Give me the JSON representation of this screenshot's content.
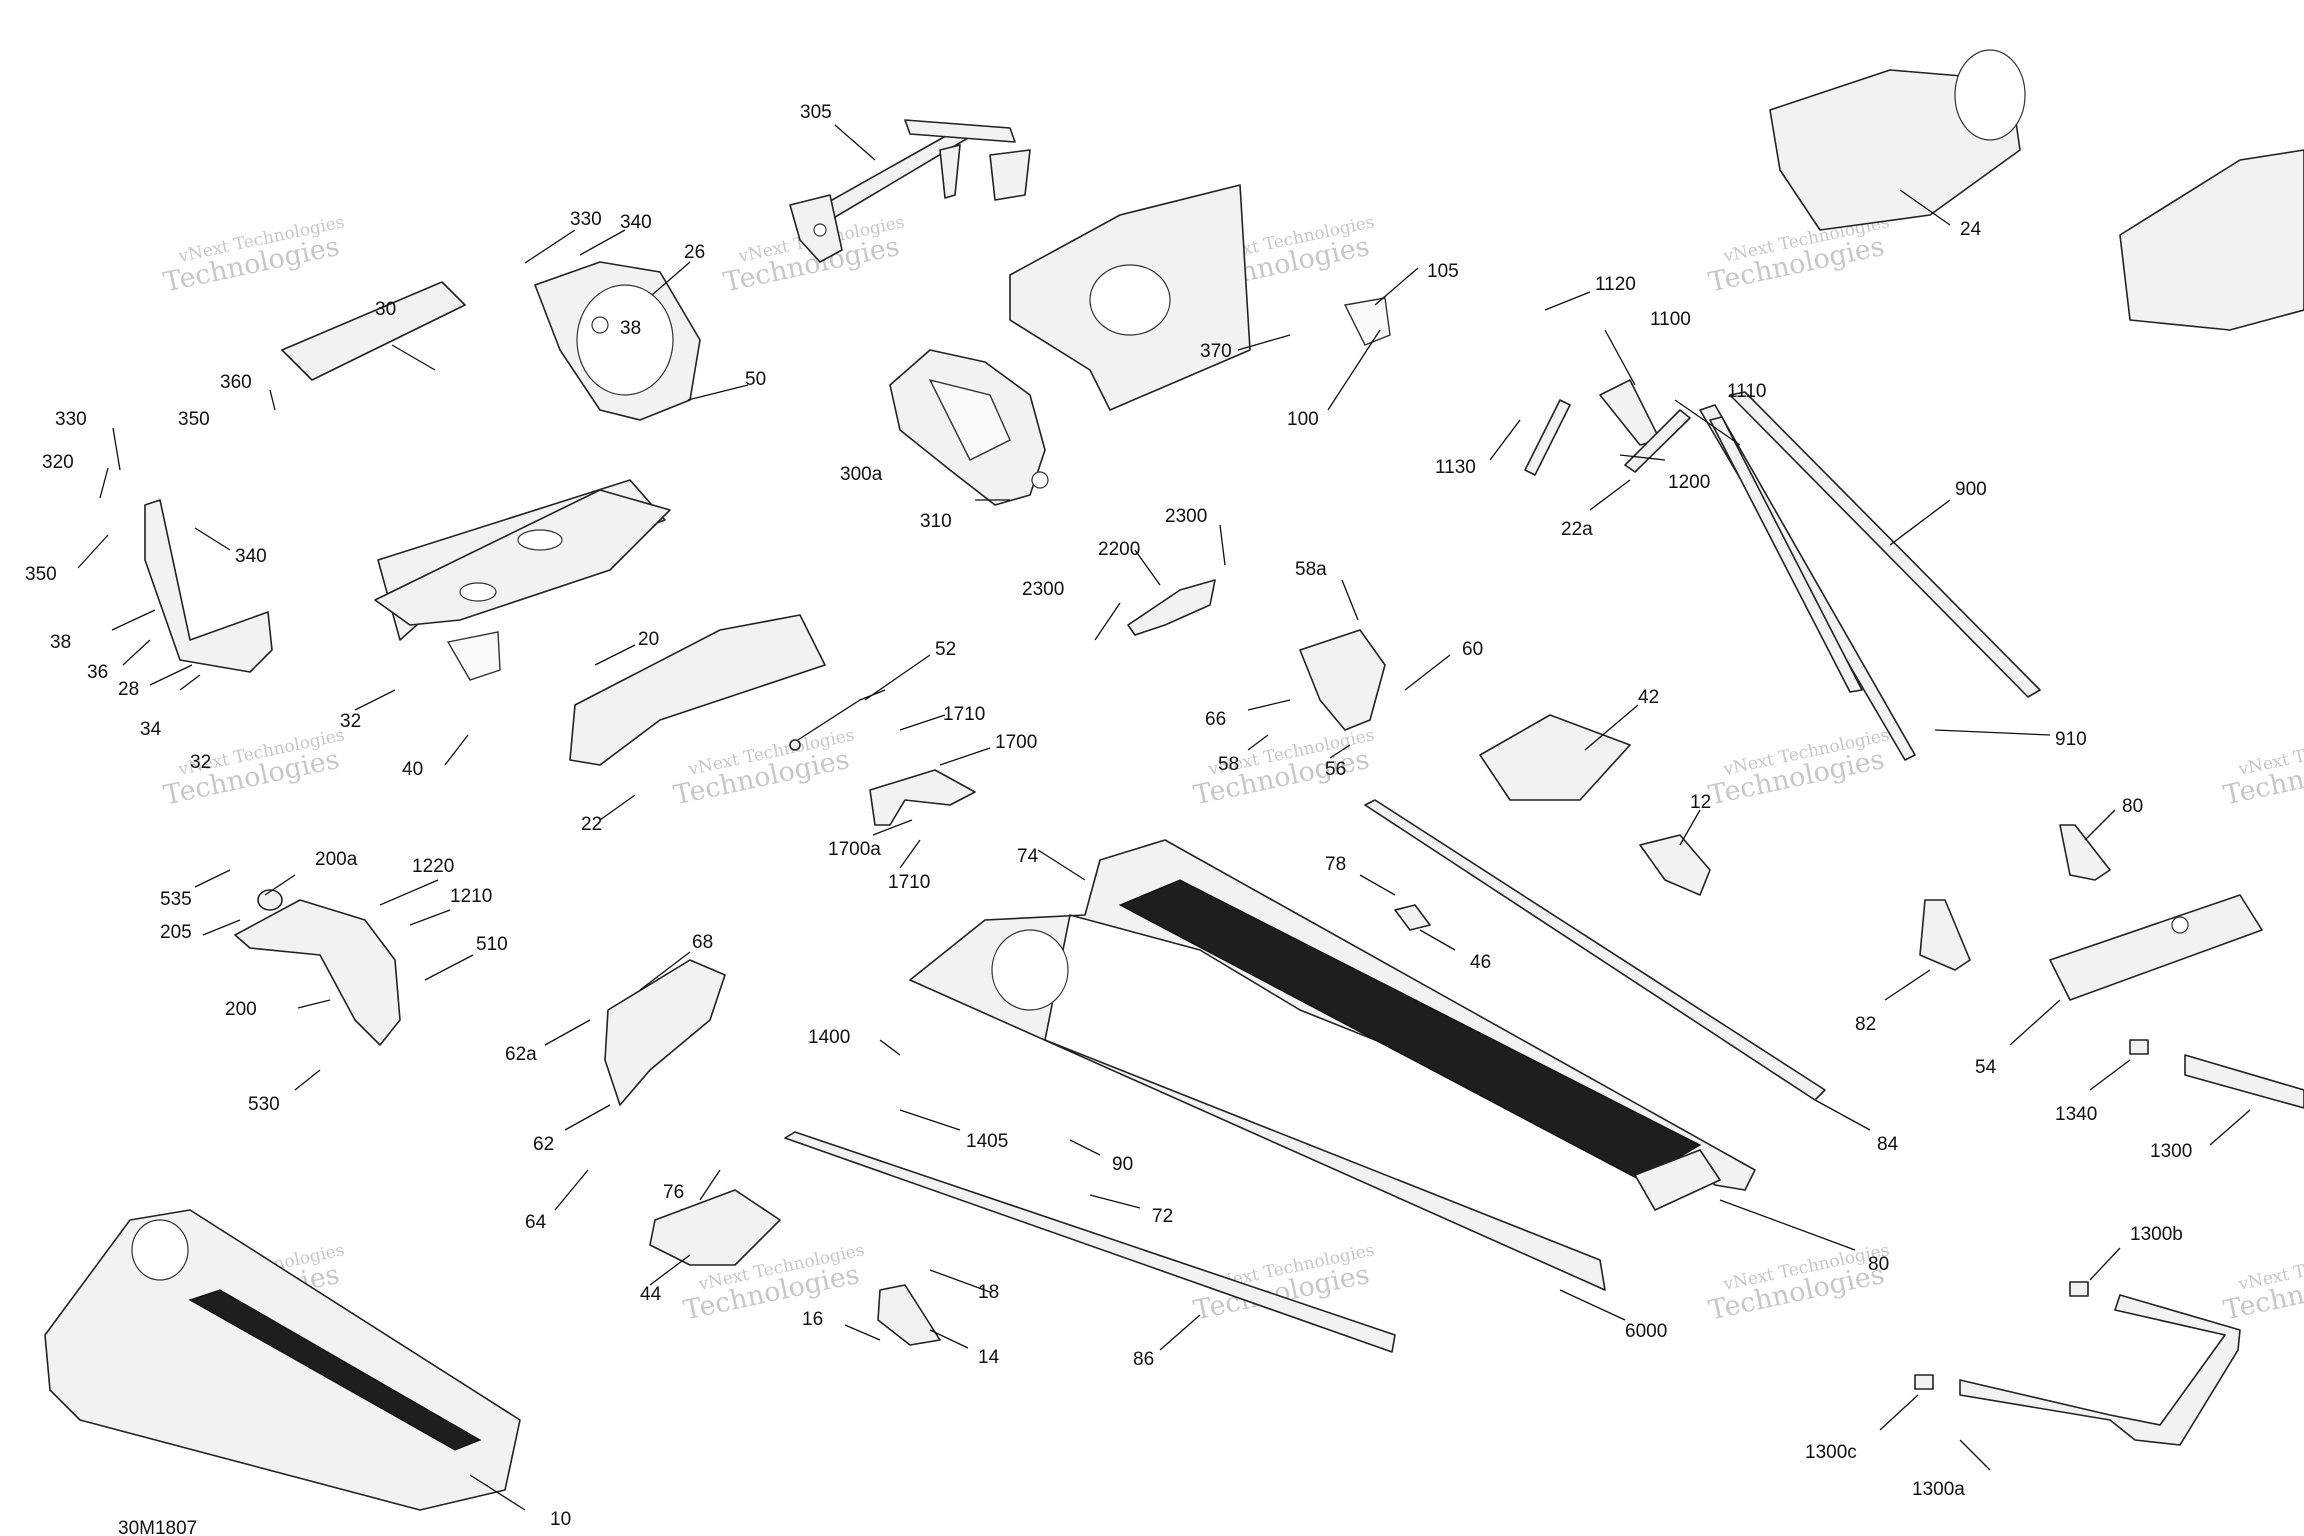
{
  "diagram": {
    "document_code": "30M1807",
    "watermark": {
      "line1": "vNext Technologies",
      "line2": "Technologies"
    },
    "callouts": {
      "c305": "305",
      "c330a": "330",
      "c340a": "340",
      "c26": "26",
      "c38a": "38",
      "c50": "50",
      "c360": "360",
      "c30": "30",
      "c330b": "330",
      "c350a": "350",
      "c320": "320",
      "c340b": "340",
      "c350b": "350",
      "c38b": "38",
      "c36": "36",
      "c28": "28",
      "c34": "34",
      "c32a": "32",
      "c32b": "32",
      "c40": "40",
      "c300a": "300a",
      "c310": "310",
      "c370": "370",
      "c105": "105",
      "c100": "100",
      "c20": "20",
      "c22": "22",
      "c52": "52",
      "c1710a": "1710",
      "c1700": "1700",
      "c1700a": "1700a",
      "c1710b": "1710",
      "c2300a": "2300",
      "c2200": "2200",
      "c2300b": "2300",
      "c58a": "58a",
      "c60": "60",
      "c66": "66",
      "c58": "58",
      "c56": "56",
      "c42": "42",
      "c1120": "1120",
      "c1100": "1100",
      "c1110": "1110",
      "c1130": "1130",
      "c1200": "1200",
      "c22a": "22a",
      "c900": "900",
      "c910": "910",
      "c24": "24",
      "c12": "12",
      "c80": "80",
      "c82": "82",
      "c54": "54",
      "c1340": "1340",
      "c1300": "1300",
      "c535": "535",
      "c200a": "200a",
      "c1220": "1220",
      "c1210": "1210",
      "c205": "205",
      "c510": "510",
      "c200": "200",
      "c530": "530",
      "c68": "68",
      "c62a": "62a",
      "c62": "62",
      "c64": "64",
      "c74": "74",
      "c78": "78",
      "c46": "46",
      "c84": "84",
      "c1400": "1400",
      "c1405": "1405",
      "c90": "90",
      "c72": "72",
      "c76": "76",
      "c44": "44",
      "c18": "18",
      "c16": "16",
      "c14": "14",
      "c86": "86",
      "c6000": "6000",
      "c80b": "80",
      "c1300b": "1300b",
      "c1300c": "1300c",
      "c1300a": "1300a",
      "c10": "10"
    }
  }
}
